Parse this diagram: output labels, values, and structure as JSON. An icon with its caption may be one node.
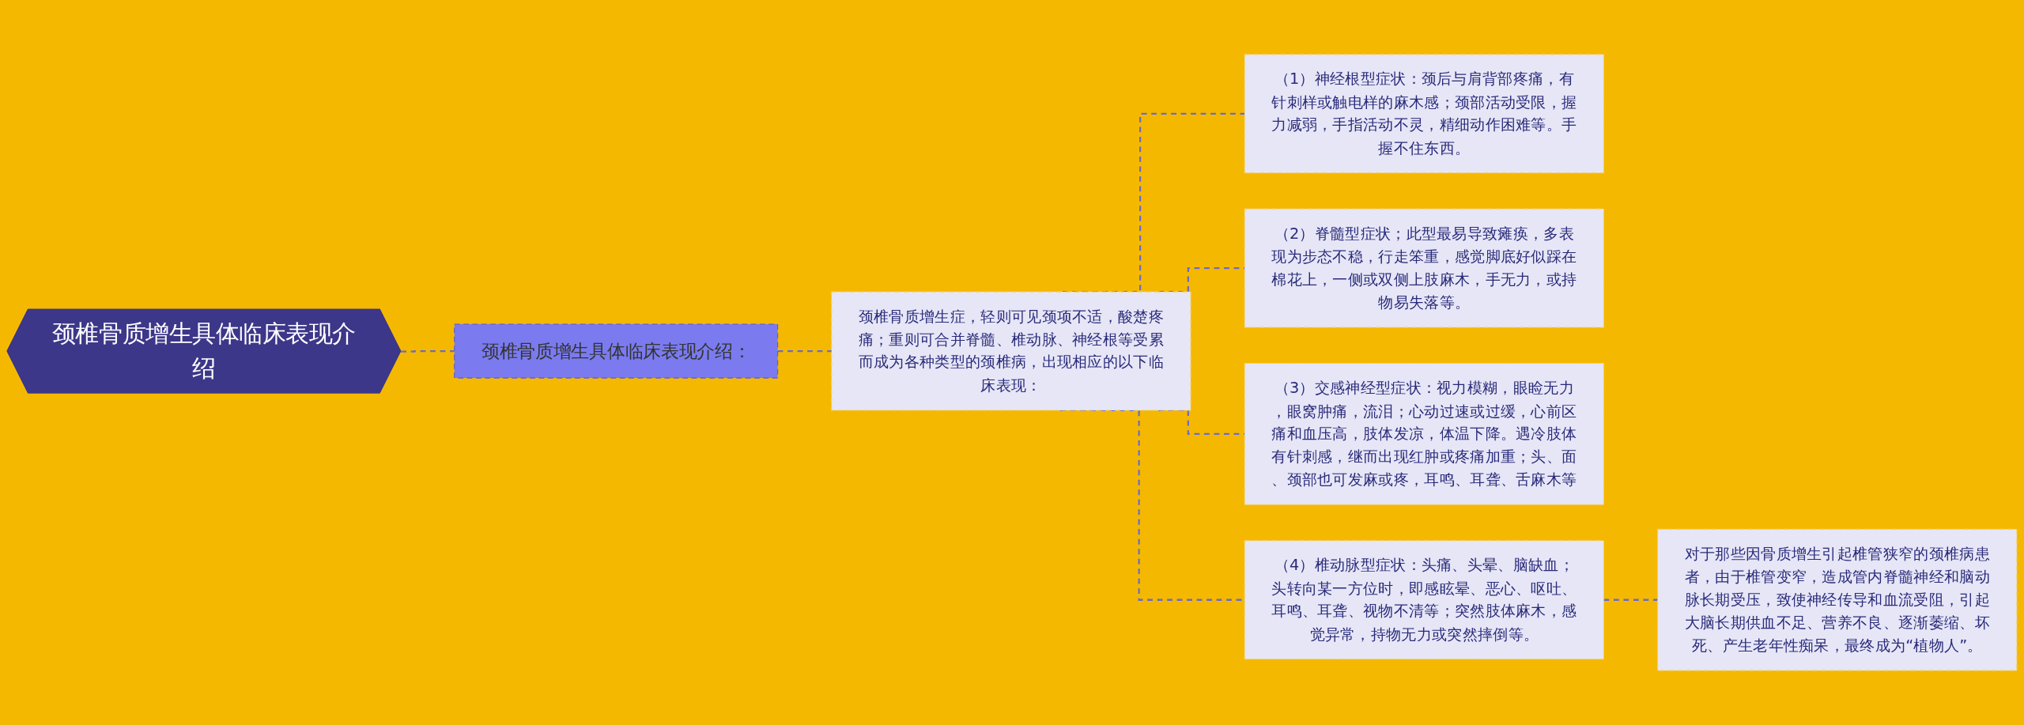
{
  "diagram": {
    "nodes": [
      {
        "text": [
          "颈椎骨质增生具体临床表现介绍"
        ]
      },
      {
        "text": [
          "颈椎骨质增生具体临床表现介绍："
        ]
      },
      {
        "text": [
          "颈椎骨质增生症，轻则可见颈项不适，酸楚疼痛；重则可合并脊髓、椎动脉、神经根等受累而成为各种类型的颈椎病，出现相应的以下临床表现："
        ]
      },
      {
        "text": [
          "（1）神经根型症状：颈后与肩背部疼痛，有针刺样或触电样的麻木感；颈部活动受限，握力减弱，手指活动不灵，精细动作困难等。手握不住东西。"
        ]
      },
      {
        "text": [
          "（2）脊髓型症状；此型最易导致瘫痪，多表现为步态不稳，行走笨重，感觉脚底好似踩在棉花上，一侧或双侧上肢麻木，手无力，或持物易失落等。"
        ]
      },
      {
        "text": [
          "（3）交感神经型症状：视力模糊，眼睑无力，眼窝肿痛，流泪；心动过速或过缓，心前区痛和血压高，肢体发凉，体温下降。遇冷肢体有针刺感，继而出现红肿或疼痛加重；头、面、颈部也可发麻或疼，耳鸣、耳聋、舌麻木等"
        ]
      },
      {
        "text": [
          "（4）椎动脉型症状：头痛、头晕、脑缺血；头转向某一方位时，即感眩晕、恶心、呕吐、耳鸣、耳聋、视物不清等；突然肢体麻木，感觉异常，持物无力或突然摔倒等。"
        ]
      },
      {
        "text": [
          "对于那些因骨质增生引起椎管狭窄的颈椎病患者，由于椎管变窄，造成管内脊髓神经和脑动脉长期受压，致使神经传导和血流受阻，引起大脑长期供血不足、营养不良、逐渐萎缩、坏死、产生老年性痴呆，最终成为“植物人”。"
        ]
      }
    ],
    "edges": [
      {
        "from": 0,
        "to": 1,
        "arrow": "none",
        "style": "dashed"
      },
      {
        "from": 1,
        "to": 2,
        "arrow": "none",
        "style": "dashed"
      },
      {
        "from": 2,
        "to": 3,
        "arrow": "none",
        "style": "dashed"
      },
      {
        "from": 2,
        "to": 4,
        "arrow": "none",
        "style": "dashed"
      },
      {
        "from": 2,
        "to": 5,
        "arrow": "none",
        "style": "dashed"
      },
      {
        "from": 2,
        "to": 6,
        "arrow": "none",
        "style": "dashed"
      },
      {
        "from": 6,
        "to": 7,
        "arrow": "none",
        "style": "dashed"
      }
    ]
  }
}
